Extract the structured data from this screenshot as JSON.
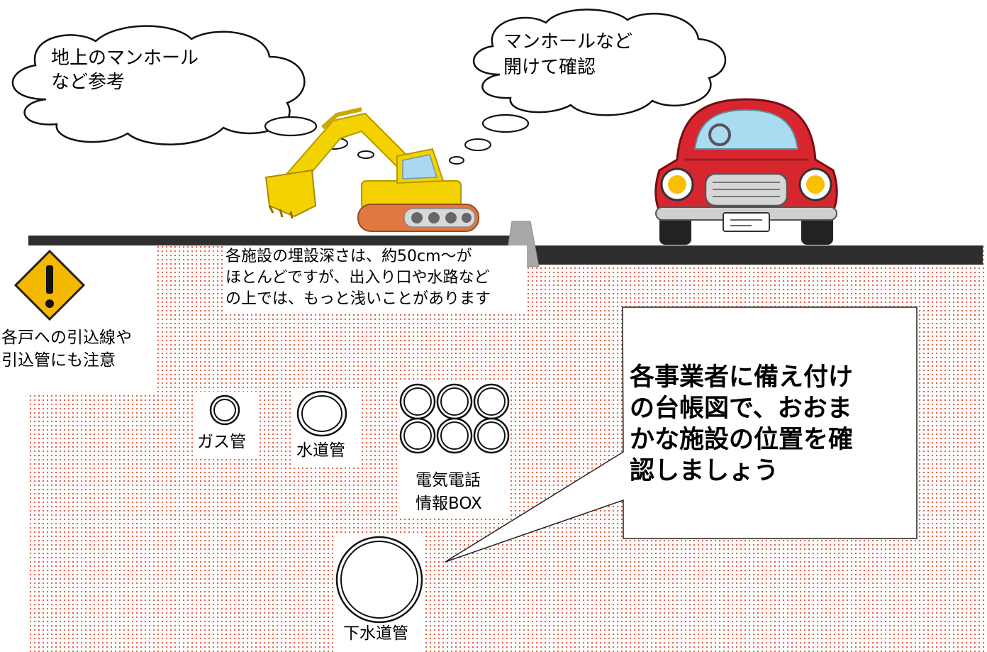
{
  "thought_left": {
    "line1": "地上のマンホール",
    "line2": "など参考"
  },
  "thought_right": {
    "line1": "マンホールなど",
    "line2": "開けて確認"
  },
  "depth_note": {
    "line1": "各施設の埋設深さは、約50cm～が",
    "line2": "ほとんどですが、出入り口や水路など",
    "line3": "の上では、もっと浅いことがあります"
  },
  "warning": {
    "line1": "各戸への引込線や",
    "line2": "引込管にも注意"
  },
  "pipes": {
    "gas": "ガス管",
    "water": "水道管",
    "telecom_line1": "電気電話",
    "telecom_line2": "情報BOX",
    "sewer": "下水道管"
  },
  "callout": {
    "line1": "各事業者に備え付け",
    "line2": "の台帳図で、おおま",
    "line3": "かな施設の位置を確",
    "line4": "認しましょう"
  },
  "icons": [
    "warning-icon",
    "excavator-icon",
    "car-icon",
    "thought-cloud-icon",
    "curb-icon"
  ],
  "colors": {
    "ground_dots": "#d9533f",
    "road": "#2e2e2e",
    "warning_yellow": "#f5b800",
    "excavator_yellow": "#f2d200",
    "car_red": "#d8262e"
  }
}
